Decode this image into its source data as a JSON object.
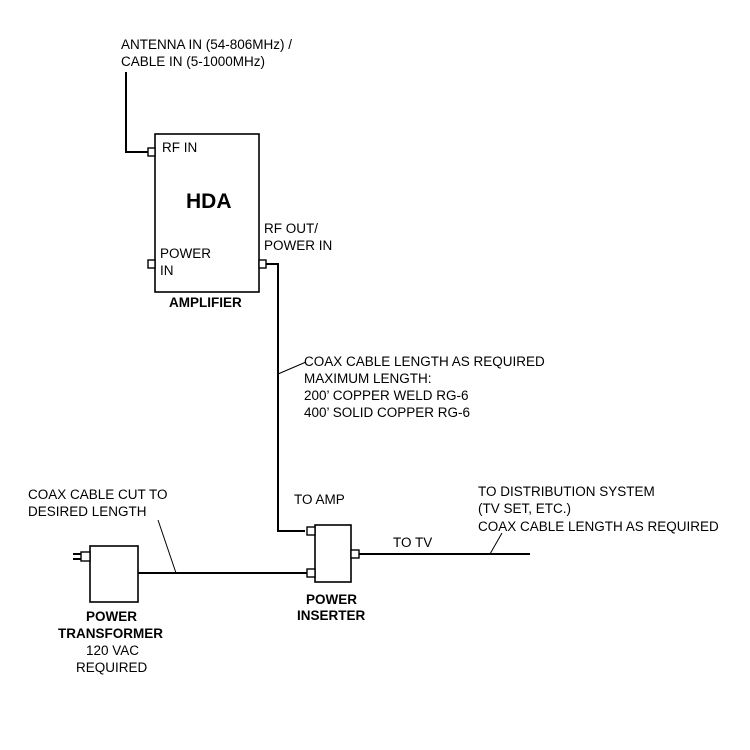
{
  "antenna_label": {
    "line1": "ANTENNA IN (54-806MHz) /",
    "line2": "CABLE IN (5-1000MHz)"
  },
  "amplifier": {
    "title": "HDA",
    "rf_in": "RF IN",
    "power_in_line1": "POWER",
    "power_in_line2": "IN",
    "rf_out_line1": "RF OUT/",
    "rf_out_line2": "POWER IN",
    "caption": "AMPLIFIER"
  },
  "coax_note": {
    "line1": "COAX CABLE LENGTH AS REQUIRED",
    "line2": "MAXIMUM LENGTH:",
    "line3": "200’ COPPER WELD RG-6",
    "line4": "400’ SOLID COPPER RG-6"
  },
  "coax_cut": {
    "line1": "COAX CABLE CUT TO",
    "line2": "DESIRED LENGTH"
  },
  "power_inserter": {
    "to_amp": "TO AMP",
    "to_tv": "TO TV",
    "caption_line1": "POWER",
    "caption_line2": "INSERTER"
  },
  "distribution": {
    "line1": "TO DISTRIBUTION SYSTEM",
    "line2": "(TV SET, ETC.)",
    "line3": "COAX CABLE LENGTH AS REQUIRED"
  },
  "power_transformer": {
    "line1": "POWER",
    "line2": "TRANSFORMER",
    "line3": "120 VAC",
    "line4": "REQUIRED"
  }
}
